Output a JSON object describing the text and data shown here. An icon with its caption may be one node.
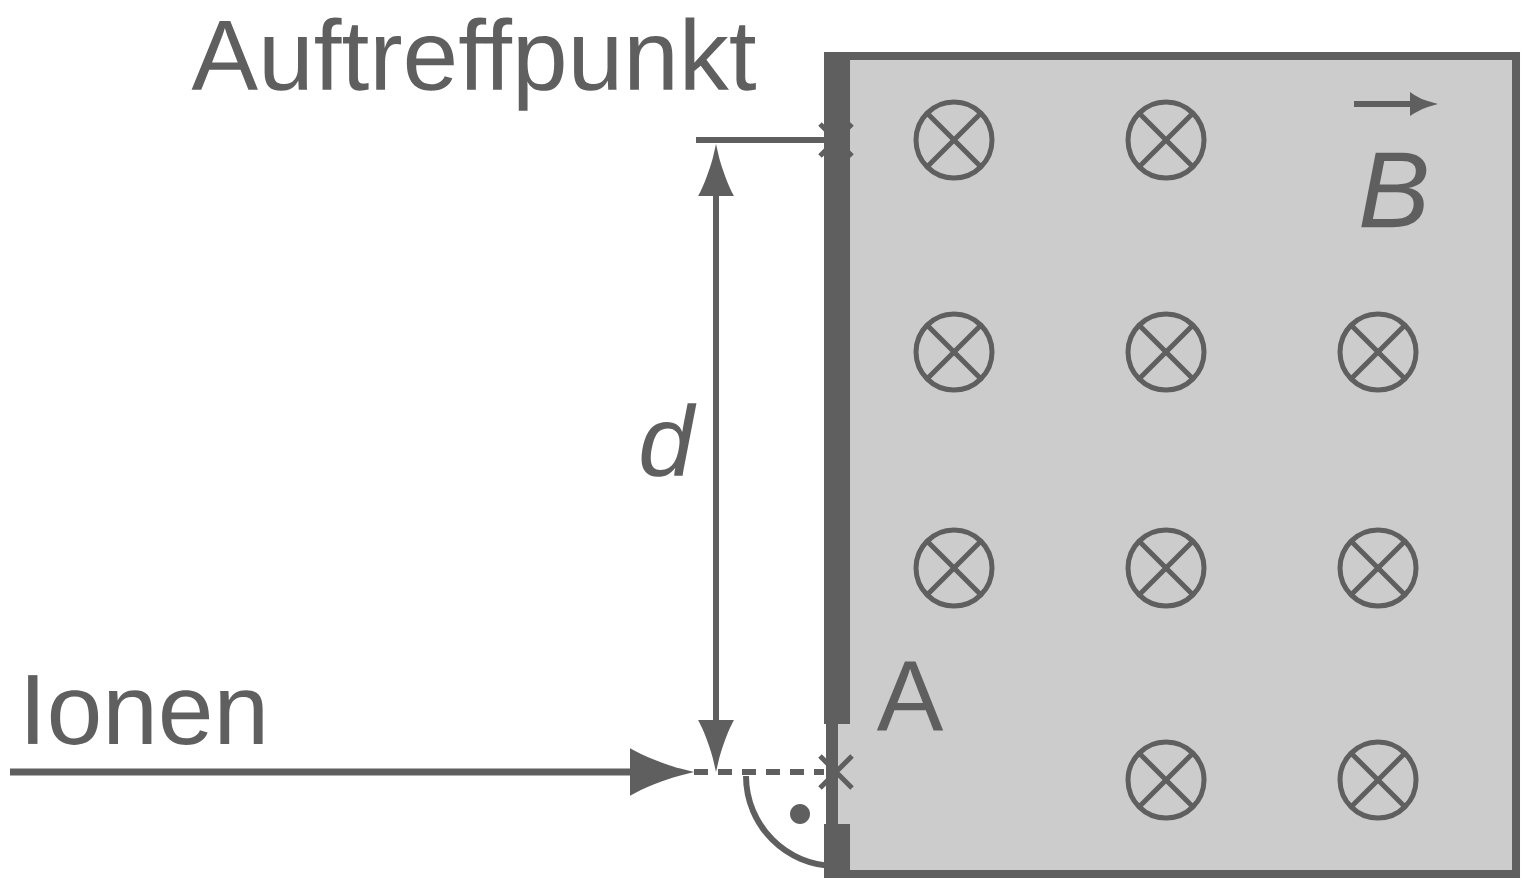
{
  "diagram": {
    "nodes": [
      {
        "text": [],
        "shape": "box"
      }
    ],
    "labels": [
      "Auftreffpunkt",
      "d",
      "Ionen",
      "A",
      "B"
    ]
  }
}
